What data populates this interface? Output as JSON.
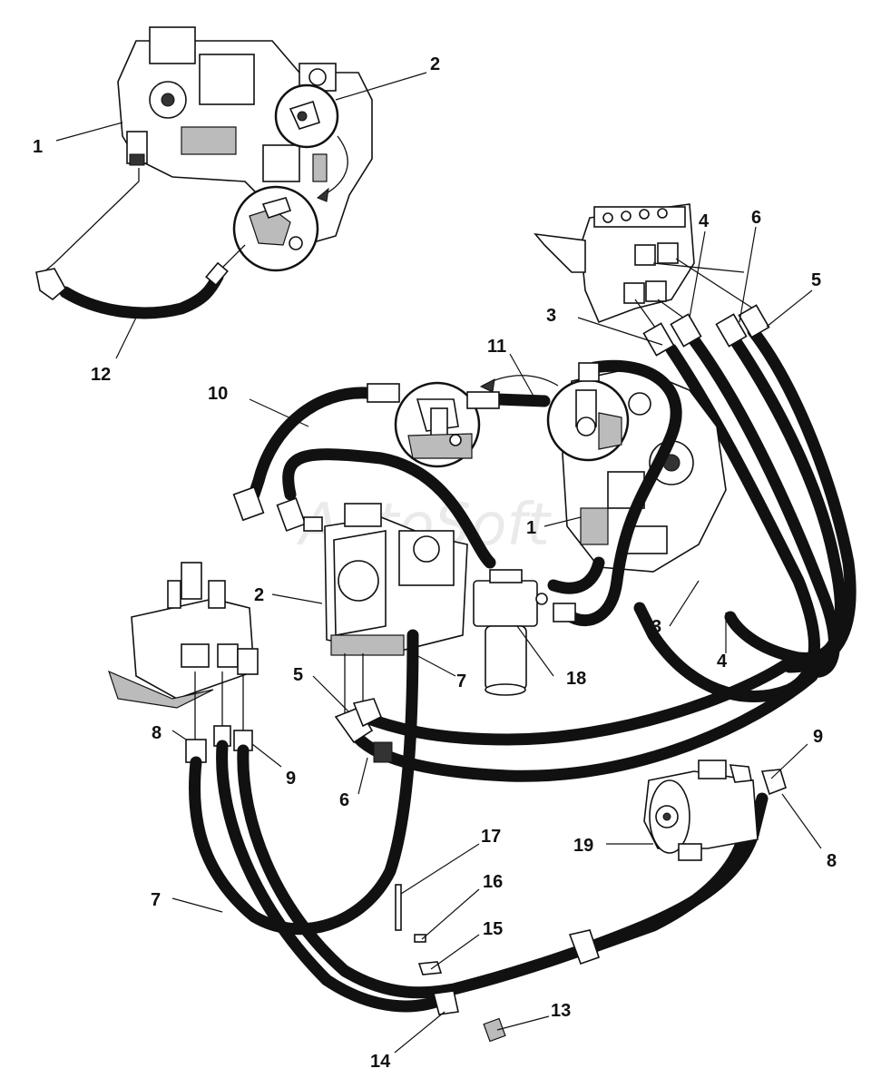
{
  "callouts": [
    {
      "id": "c1a",
      "label": "1"
    },
    {
      "id": "c1b",
      "label": "1"
    },
    {
      "id": "c2a",
      "label": "2"
    },
    {
      "id": "c2b",
      "label": "2"
    },
    {
      "id": "c3a",
      "label": "3"
    },
    {
      "id": "c3b",
      "label": "3"
    },
    {
      "id": "c4a",
      "label": "4"
    },
    {
      "id": "c4b",
      "label": "4"
    },
    {
      "id": "c5a",
      "label": "5"
    },
    {
      "id": "c5b",
      "label": "5"
    },
    {
      "id": "c6a",
      "label": "6"
    },
    {
      "id": "c6b",
      "label": "6"
    },
    {
      "id": "c7a",
      "label": "7"
    },
    {
      "id": "c7b",
      "label": "7"
    },
    {
      "id": "c8a",
      "label": "8"
    },
    {
      "id": "c8b",
      "label": "8"
    },
    {
      "id": "c9a",
      "label": "9"
    },
    {
      "id": "c9b",
      "label": "9"
    },
    {
      "id": "c10",
      "label": "10"
    },
    {
      "id": "c11",
      "label": "11"
    },
    {
      "id": "c12",
      "label": "12"
    },
    {
      "id": "c13",
      "label": "13"
    },
    {
      "id": "c14",
      "label": "14"
    },
    {
      "id": "c15",
      "label": "15"
    },
    {
      "id": "c16",
      "label": "16"
    },
    {
      "id": "c17",
      "label": "17"
    },
    {
      "id": "c18",
      "label": "18"
    },
    {
      "id": "c19",
      "label": "19"
    }
  ],
  "watermark": "AutoSoft"
}
